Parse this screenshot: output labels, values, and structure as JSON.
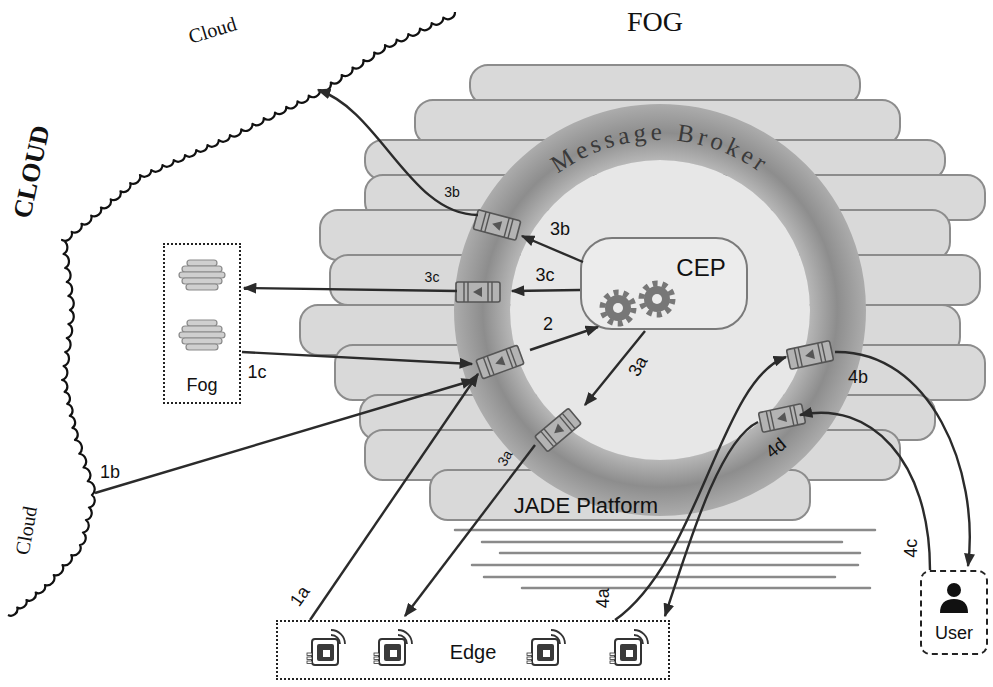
{
  "diagram": {
    "nodes": [
      {
        "text": [
          "Cloud",
          "CLOUD",
          "Cloud"
        ]
      },
      {
        "text": [
          "FOG",
          "JADE Platform"
        ]
      },
      {
        "text": [
          "Message Broker"
        ],
        "in": 1
      },
      {
        "text": [
          "CEP"
        ],
        "in": 2
      },
      {
        "text": [
          "Fog"
        ]
      },
      {
        "text": [
          "Edge"
        ]
      },
      {
        "text": [
          "User"
        ]
      }
    ],
    "edges": [
      {
        "from": 5,
        "to": 2,
        "label": "1a",
        "arrow": "to"
      },
      {
        "from": 0,
        "to": 2,
        "label": "1b",
        "arrow": "to"
      },
      {
        "from": 4,
        "to": 2,
        "label": "1c",
        "arrow": "to"
      },
      {
        "from": 2,
        "to": 3,
        "label": "2",
        "arrow": "to"
      },
      {
        "from": 3,
        "to": 2,
        "label": "3a",
        "arrow": "to"
      },
      {
        "from": 2,
        "to": 5,
        "label": "3a",
        "arrow": "to"
      },
      {
        "from": 3,
        "to": 2,
        "label": "3b",
        "arrow": "to"
      },
      {
        "from": 2,
        "to": 0,
        "label": "3b",
        "arrow": "to"
      },
      {
        "from": 3,
        "to": 2,
        "label": "3c",
        "arrow": "to"
      },
      {
        "from": 2,
        "to": 4,
        "label": "3c",
        "arrow": "to"
      },
      {
        "from": 5,
        "to": 2,
        "label": "4a",
        "arrow": "to"
      },
      {
        "from": 2,
        "to": 6,
        "label": "4b",
        "arrow": "to"
      },
      {
        "from": 6,
        "to": 2,
        "label": "4c",
        "arrow": "to"
      },
      {
        "from": 2,
        "to": 5,
        "label": "4d",
        "arrow": "to"
      }
    ]
  }
}
